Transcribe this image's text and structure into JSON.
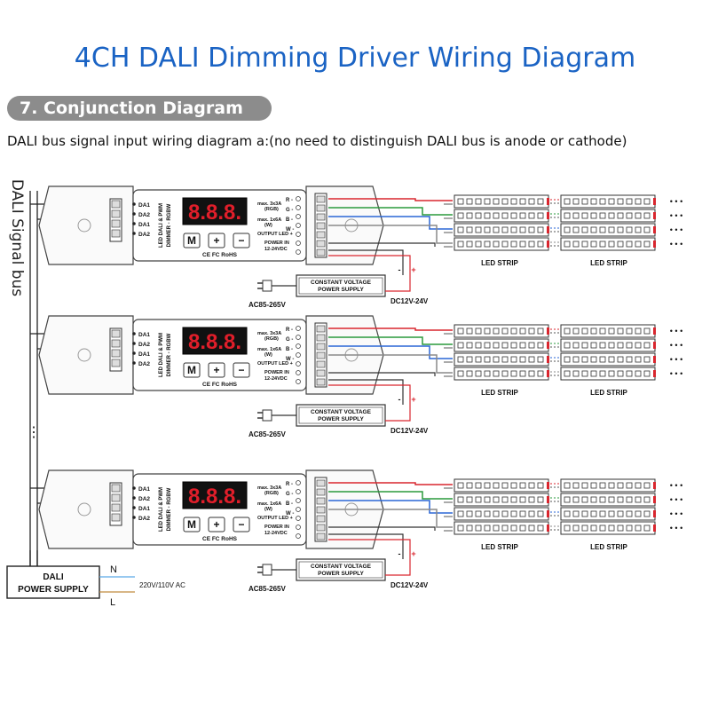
{
  "title": "4CH DALI Dimming Driver Wiring Diagram",
  "section": "7. Conjunction Diagram",
  "subtitle": "DALI bus signal input wiring diagram a:(no need to distinguish DALI bus is anode or cathode)",
  "bus_label": "DALI Signal bus",
  "bus_ellipsis": "⋮",
  "driver": {
    "dali_terminals": [
      "DA1",
      "DA2",
      "DA1",
      "DA2"
    ],
    "model_line1": "LED DALI & PWM",
    "model_line2": "DIMMER - RGBW",
    "display": "8.8.8.",
    "buttons": [
      "M",
      "+",
      "−"
    ],
    "cert": "CE FC RoHS",
    "outputs": [
      "R -",
      "G -",
      "B -",
      "W -"
    ],
    "rating_rgb": "max. 3x3A",
    "rating_rgb_sub": "(RGB)",
    "rating_w": "max. 1x6A",
    "rating_w_sub": "(W)",
    "output_led": "OUTPUT LED +",
    "power_in": "POWER IN",
    "power_in_range": "12-24VDC"
  },
  "psu": {
    "line1": "CONSTANT VOLTAGE",
    "line2": "POWER SUPPLY",
    "ac_label": "AC85-265V",
    "dc_label": "DC12V-24V",
    "minus": "-",
    "plus": "+"
  },
  "strip": {
    "label": "LED STRIP",
    "ellipsis": "• • •"
  },
  "dali_psu": {
    "line1": "DALI",
    "line2": "POWER SUPPLY",
    "n": "N",
    "l": "L",
    "ac": "220V/110V AC"
  },
  "colors": {
    "title": "#1a63c4",
    "header_bg": "#8c8c8c",
    "red": "#d9262e",
    "green": "#2a9a3c",
    "blue": "#2a66d6",
    "gray": "#8a8a8a",
    "display": "#e01e2a",
    "ac_wire": "#5aa9e6"
  },
  "units": 3
}
